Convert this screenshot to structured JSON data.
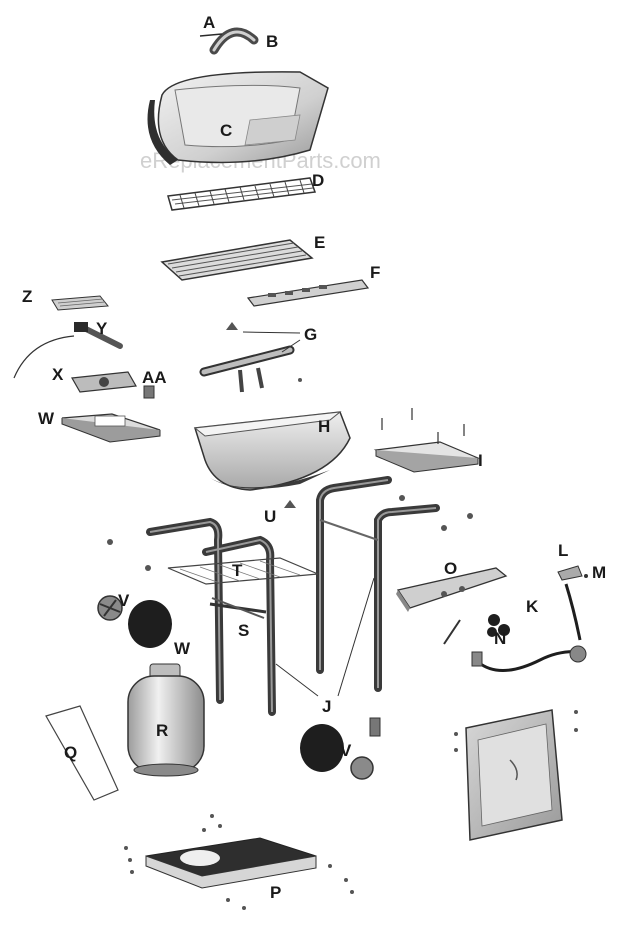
{
  "watermark": "eReplacementParts.com",
  "colors": {
    "metal_light": "#e6e6e6",
    "metal_mid": "#b0b0b0",
    "metal_dark": "#3a3a3a",
    "line": "#2a2a2a",
    "tank": "#c8c8c8",
    "knob_dark": "#1e1e1e"
  },
  "labels": {
    "A": "A",
    "B": "B",
    "C": "C",
    "D": "D",
    "E": "E",
    "F": "F",
    "G": "G",
    "H": "H",
    "I": "I",
    "J": "J",
    "K": "K",
    "L": "L",
    "M": "M",
    "N": "N",
    "O": "O",
    "P": "P",
    "Q": "Q",
    "R": "R",
    "S": "S",
    "T": "T",
    "U": "U",
    "V": "V",
    "V2": "V",
    "W": "W",
    "W2": "W",
    "X": "X",
    "Y": "Y",
    "Z": "Z",
    "AA": "AA"
  }
}
